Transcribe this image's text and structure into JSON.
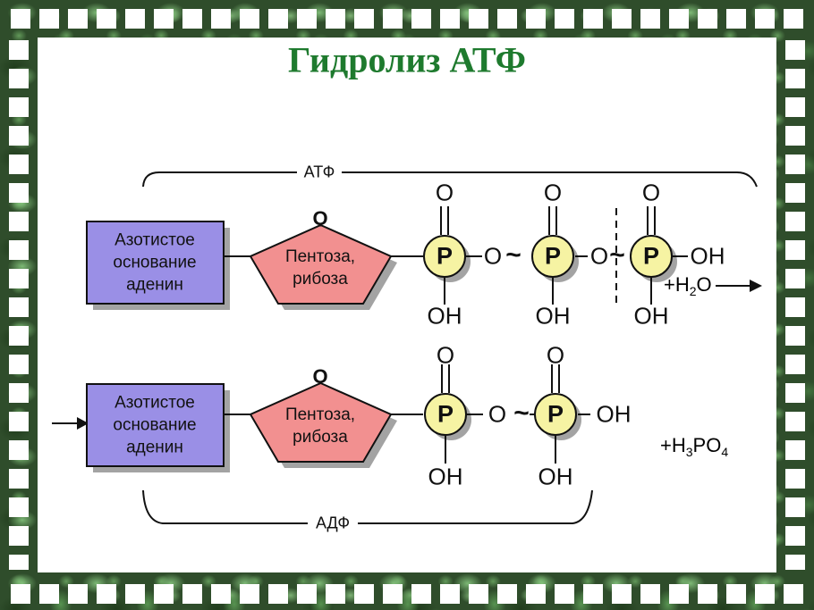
{
  "title": "Гидролиз АТФ",
  "labels": {
    "atp": "АТФ",
    "adp": "АДФ",
    "nitrogen_base": "Азотистое\nоснование\nаденин",
    "pentose": "Пентоза,\nрибоза",
    "pentose_oxygen": "О"
  },
  "atoms": {
    "phosphorus": "P",
    "oxygen": "O",
    "hydroxyl": "OH",
    "high_energy_bond": "~"
  },
  "formulas": {
    "water": {
      "prefix": "+H",
      "sub": "2",
      "suffix": "O"
    },
    "phosphoric_acid": {
      "prefix": "+H",
      "sub1": "3",
      "mid": "PO",
      "sub2": "4"
    }
  },
  "colors": {
    "title": "#1e7a2e",
    "nitrogen_base_fill": "#9a8fe6",
    "pentose_fill": "#f29090",
    "phosphate_fill": "#f6f3a3"
  }
}
